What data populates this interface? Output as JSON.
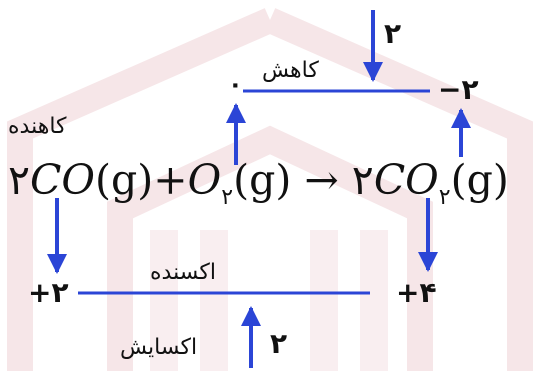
{
  "colors": {
    "arrow": "#2b45d6",
    "line": "#2b45d6",
    "text": "#111111",
    "watermark": "#f6e6e8"
  },
  "equation": {
    "coef_co": "۲",
    "co": "CO",
    "state_co": "(g)",
    "plus": "+",
    "o2_base": "O",
    "o2_sub": "۲",
    "state_o2": "(g)",
    "arrow": "→",
    "coef_co2": "۲",
    "co2_base": "CO",
    "co2_sub": "۲",
    "state_co2": "(g)"
  },
  "reduction": {
    "label": "کاهش",
    "oxidation_start": "۰",
    "oxidation_end": "−۲",
    "electron_count": "۲"
  },
  "oxidation": {
    "label": "اکسایش",
    "oxidation_start": "+۲",
    "oxidation_end": "+۴",
    "electron_count": "۲"
  },
  "reducing_agent": "کاهنده",
  "oxidizing_agent": "اکسنده"
}
